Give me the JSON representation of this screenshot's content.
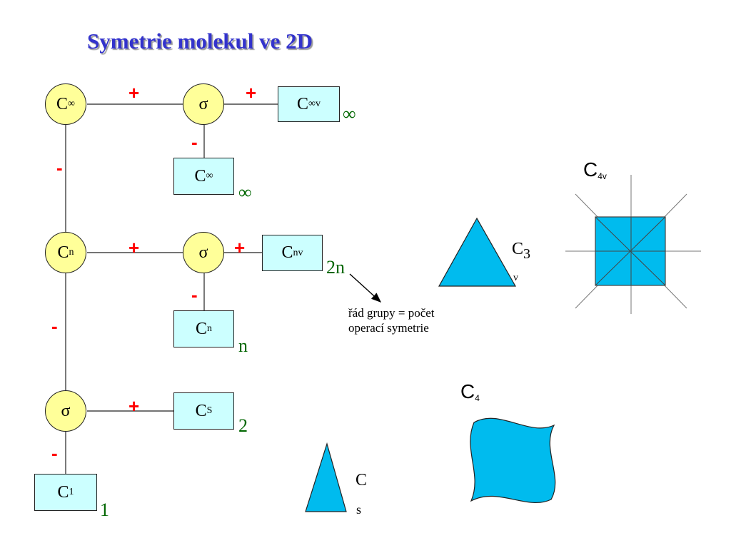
{
  "title": "Symetrie molekul ve 2D",
  "nodes": {
    "cinf": {
      "main": "C",
      "sub": "∞"
    },
    "sigma1": {
      "main": "σ",
      "sub": ""
    },
    "cinfv": {
      "main": "C",
      "sub": "∞v"
    },
    "cinf_box": {
      "main": "C",
      "sub": "∞"
    },
    "cn": {
      "main": "C",
      "sub": "n"
    },
    "sigma2": {
      "main": "σ",
      "sub": ""
    },
    "cnv": {
      "main": "C",
      "sub": "nv"
    },
    "cn_box": {
      "main": "C",
      "sub": "n"
    },
    "sigma3": {
      "main": "σ",
      "sub": ""
    },
    "cs": {
      "main": "C",
      "sub": "S"
    },
    "c1": {
      "main": "C",
      "sub": "1"
    }
  },
  "orders": {
    "cinfv": "∞",
    "cinf_box": "∞",
    "cnv": "2n",
    "cn_box": "n",
    "cs": "2",
    "c1": "1"
  },
  "signs": {
    "plus": "+",
    "minus": "-"
  },
  "annotation": {
    "line1": "řád grupy = počet",
    "line2": "operací symetrie"
  },
  "shapes": {
    "c4v": {
      "main": "C",
      "sub": "4v"
    },
    "c3v": {
      "main": "C",
      "sub": "3",
      "sub2": "v"
    },
    "c4": {
      "main": "C",
      "sub": "4"
    },
    "cs": {
      "main": "C",
      "sub": "s"
    }
  },
  "colors": {
    "title": "#3333cc",
    "circle_fill": "#ffff99",
    "box_fill": "#ccffff",
    "sign": "#ff0000",
    "order": "#006600",
    "shape_fill": "#00bbee"
  }
}
